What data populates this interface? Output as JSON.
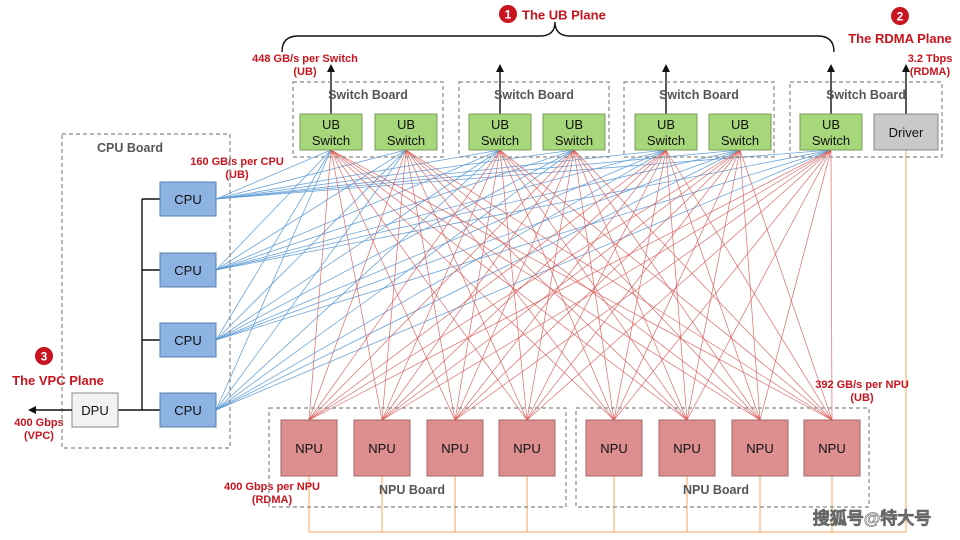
{
  "planes": {
    "ub": {
      "number": "1",
      "title": "The UB Plane"
    },
    "rdma": {
      "number": "2",
      "title": "The RDMA Plane"
    },
    "vpc": {
      "number": "3",
      "title": "The VPC Plane"
    }
  },
  "bandwidth": {
    "switch_line1": "448 GB/s per Switch",
    "switch_line2": "(UB)",
    "rdma_line1": "3.2 Tbps",
    "rdma_line2": "(RDMA)",
    "cpu_line1": "160 GB/s per CPU",
    "cpu_line2": "(UB)",
    "npu_ub_line1": "392 GB/s per NPU",
    "npu_ub_line2": "(UB)",
    "npu_rdma_line1": "400 Gbps per NPU",
    "npu_rdma_line2": "(RDMA)",
    "vpc_line1": "400 Gbps",
    "vpc_line2": "(VPC)"
  },
  "boards": {
    "switch_board": "Switch Board",
    "cpu_board": "CPU Board",
    "npu_board": "NPU Board"
  },
  "nodes": {
    "ub_switch_line1": "UB",
    "ub_switch_line2": "Switch",
    "driver": "Driver",
    "cpu": "CPU",
    "dpu": "DPU",
    "npu": "NPU"
  },
  "watermark": "搜狐号@特大号",
  "colors": {
    "accent_red": "#c8141e",
    "switch_fill": "#a7d77b",
    "cpu_fill": "#8db3e2",
    "npu_fill": "#dd8f8f",
    "driver_fill": "#c9c9c9",
    "ub_link_red": "#d9534f",
    "ub_link_blue": "#5b9bd5",
    "rdma_link": "#f4a460"
  }
}
